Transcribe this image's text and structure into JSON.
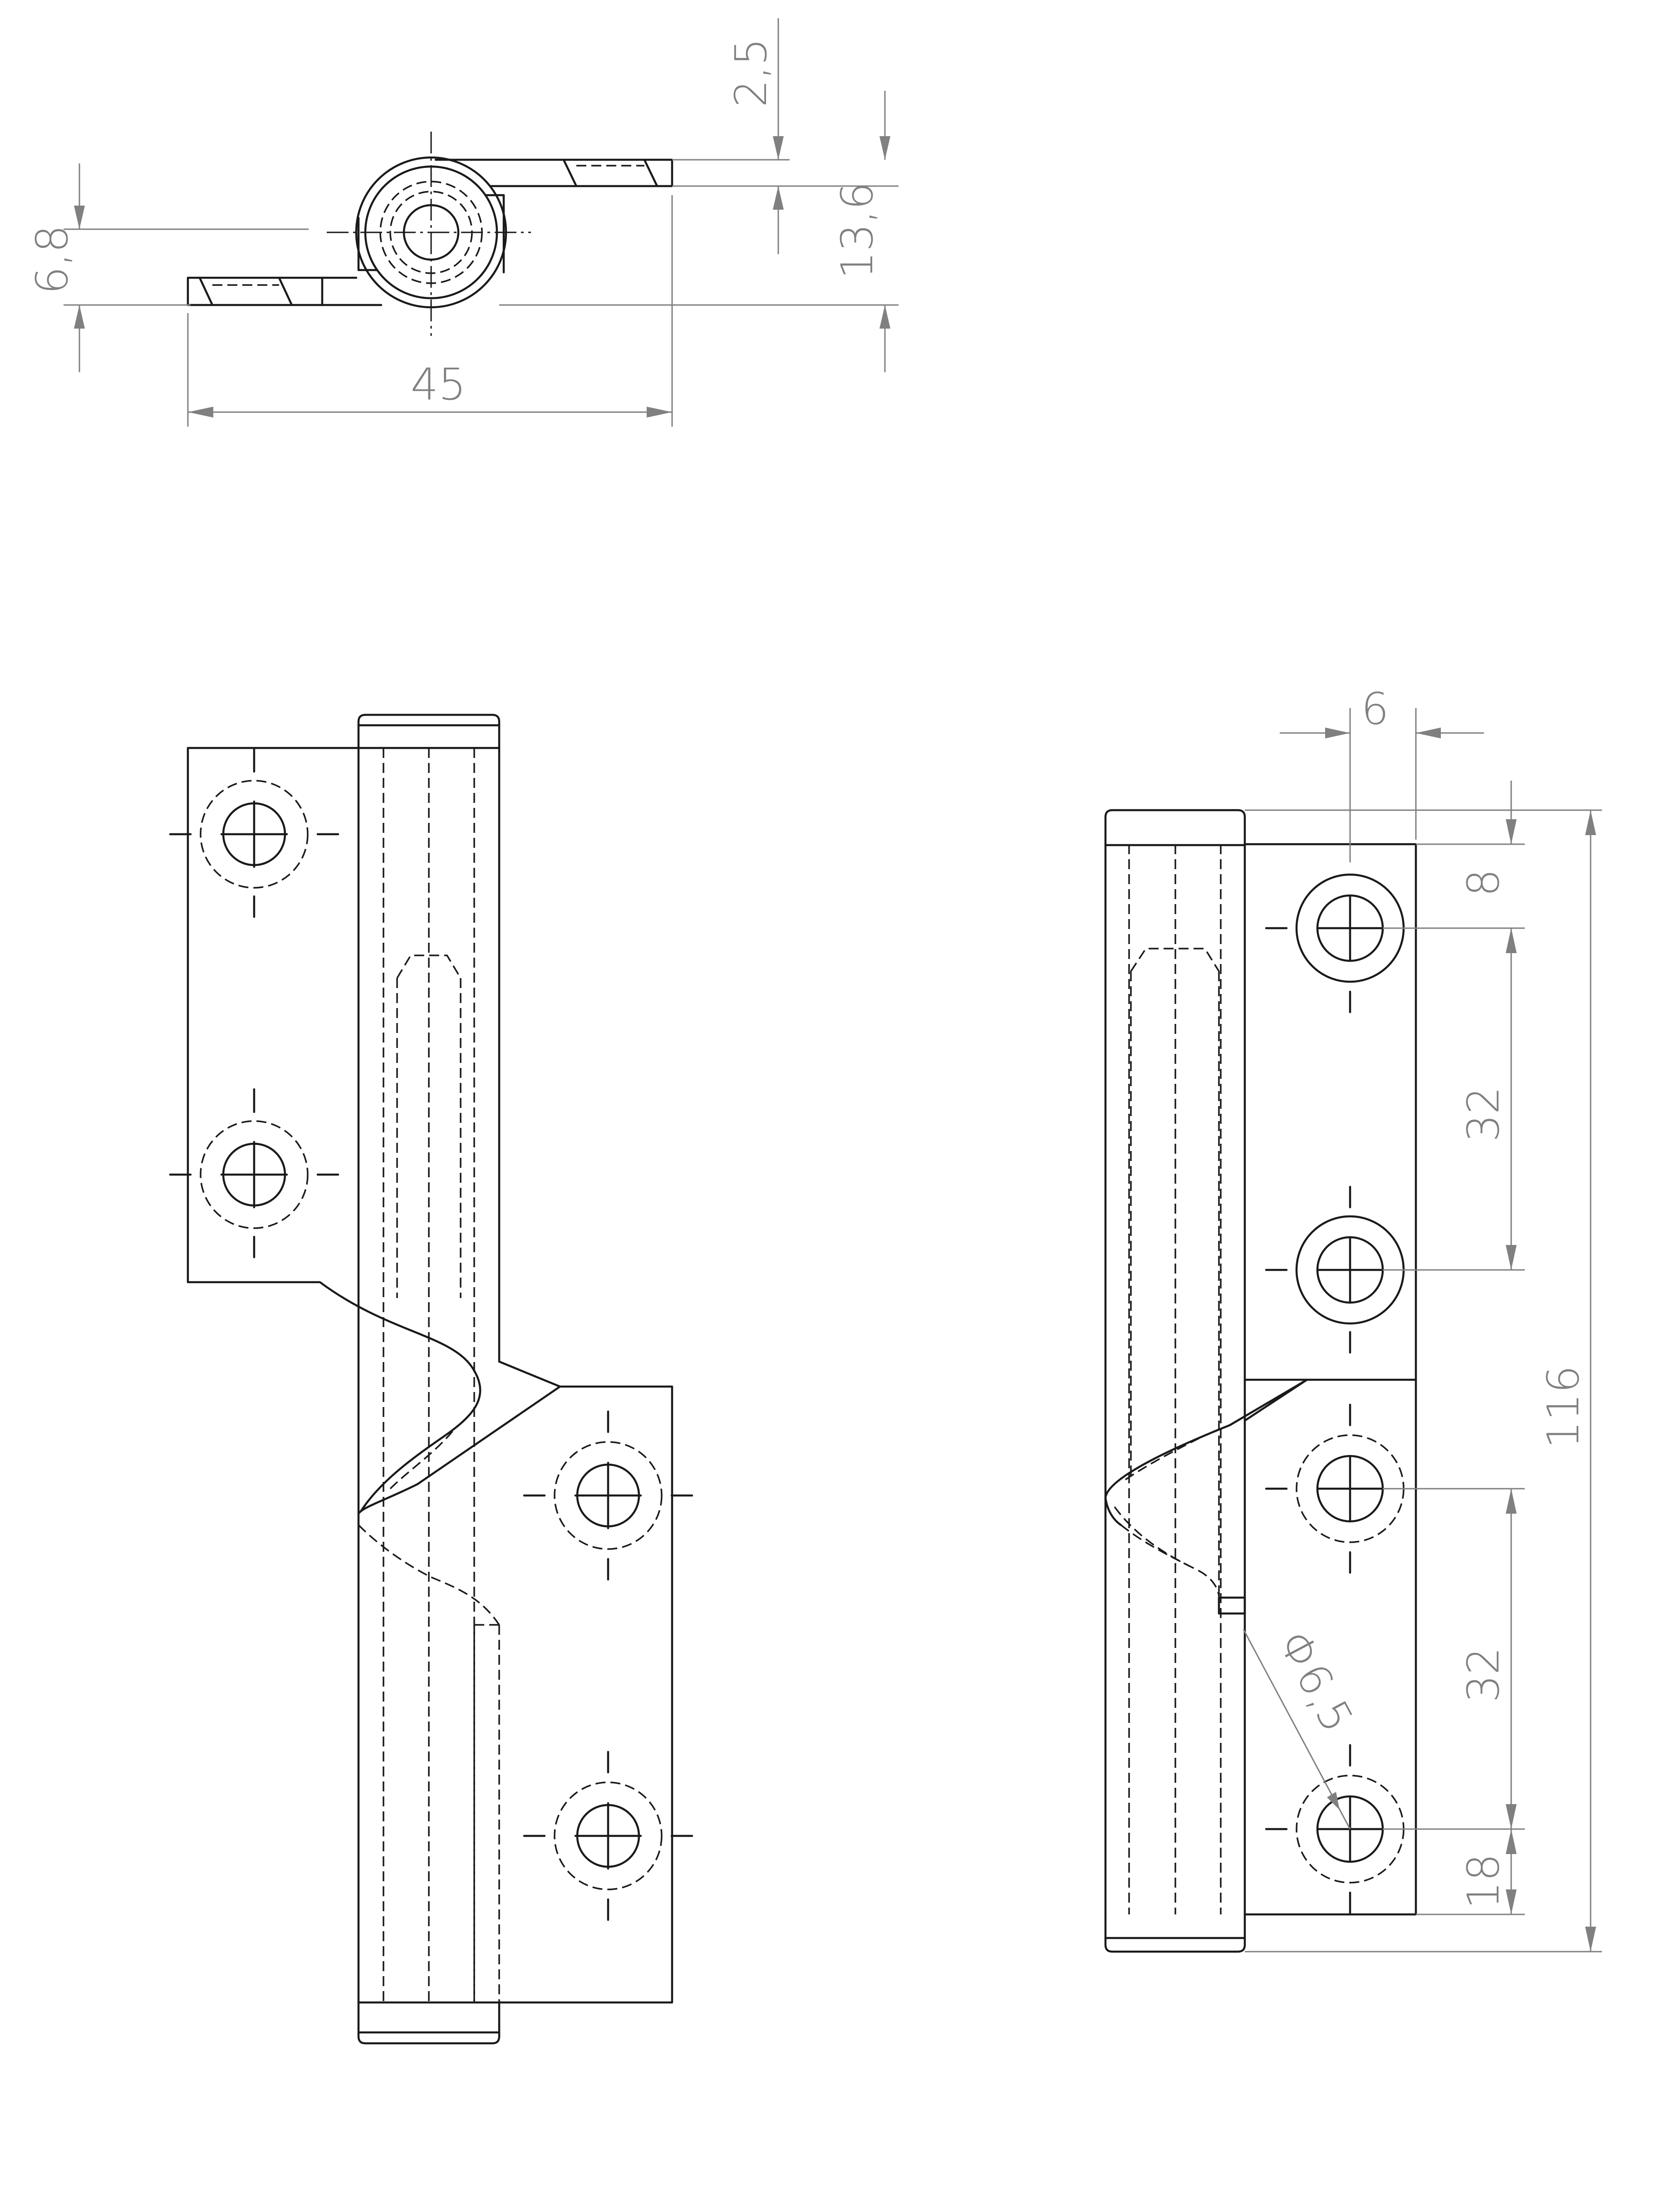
{
  "drawing": {
    "top_view": {
      "dim_gap": "2,5",
      "dim_height": "13,6",
      "dim_thickness": "6,8",
      "dim_width": "45"
    },
    "right_view": {
      "dim_offset": "6",
      "dim_top": "8",
      "dim_pitch_upper": "32",
      "dim_total": "116",
      "dim_pitch_lower": "32",
      "dim_bottom": "18",
      "dim_hole": "Φ6,5"
    }
  }
}
